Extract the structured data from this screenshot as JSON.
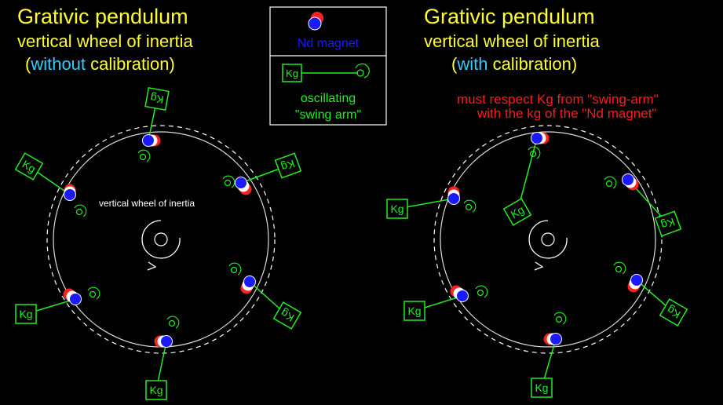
{
  "colors": {
    "background": "#000000",
    "title": "#ffff33",
    "highlight": "#33ccff",
    "magnet_label": "#1a1aff",
    "swing_arm": "#22ee22",
    "magnet_north": "#ff2020",
    "magnet_south": "#1a1aff",
    "wheel": "#ffffff",
    "warning": "#ff1a1a"
  },
  "left_panel": {
    "title": "Grativic pendulum",
    "subtitle": "vertical wheel of inertia",
    "note_open": "(",
    "note_highlight": "without",
    "note_rest": " calibration)",
    "wheel_label": "vertical wheel of inertia"
  },
  "right_panel": {
    "title": "Grativic pendulum",
    "subtitle": "vertical wheel of inertia",
    "note_open": "(",
    "note_highlight": "with",
    "note_rest": " calibration)",
    "warning_line1": "must respect Kg from \"swing-arm\"",
    "warning_line2": "with the  kg of the \"Nd magnet\""
  },
  "legend": {
    "magnet_label": "Nd magnet",
    "weight_label": "Kg",
    "arm_label_line1": "oscillating",
    "arm_label_line2": "\"swing arm\""
  },
  "weight_label": "Kg",
  "icons": {
    "magnet": "nd-magnet-icon",
    "weight": "kg-weight-icon",
    "pivot": "pivot-circle-icon",
    "rotation": "rotation-arrow-icon"
  }
}
